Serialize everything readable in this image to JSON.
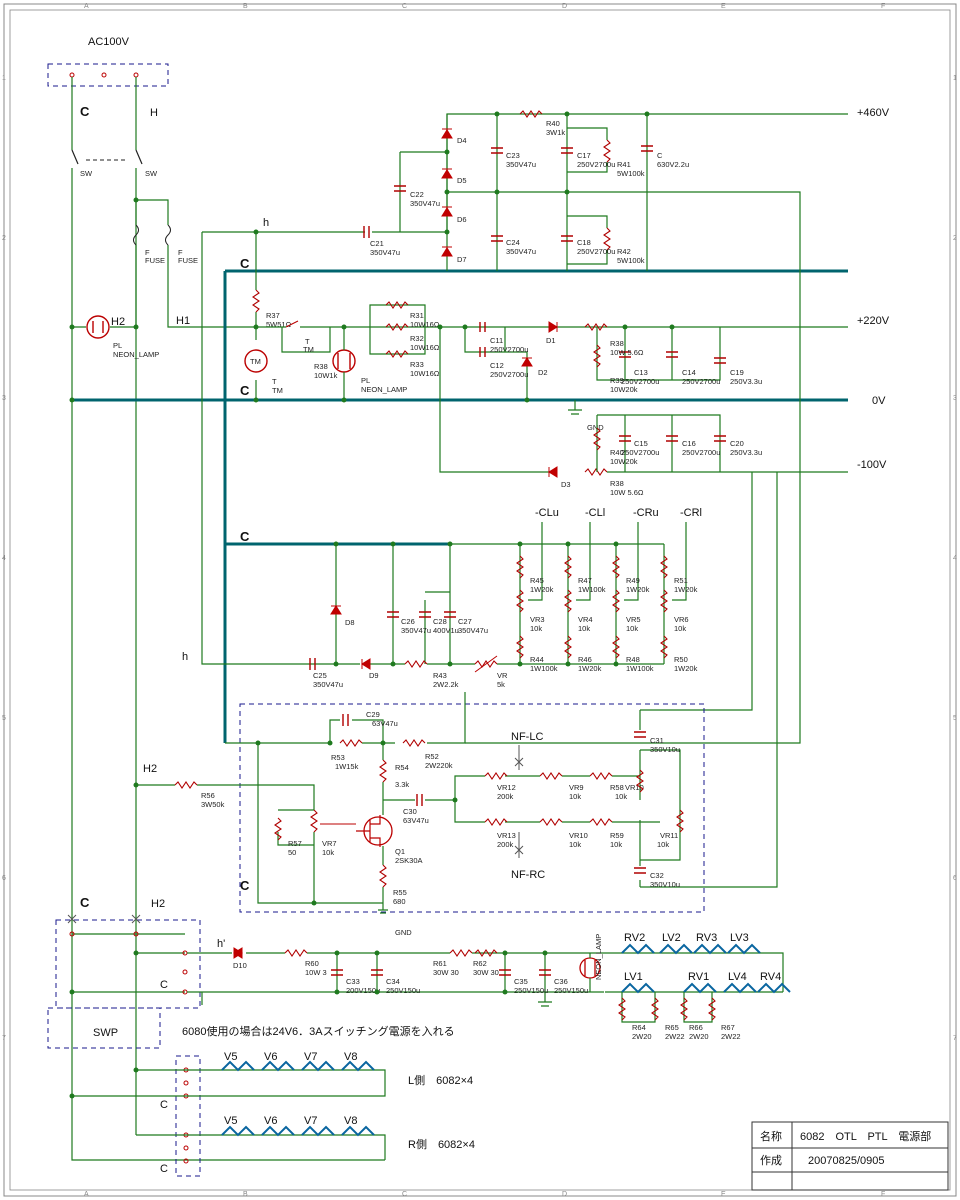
{
  "grid": {
    "cols": [
      "A",
      "B",
      "C",
      "D",
      "E",
      "F"
    ],
    "rows": [
      "1",
      "2",
      "3",
      "4",
      "5",
      "6",
      "7"
    ]
  },
  "power": {
    "ac_label": "AC100V",
    "c_label": "C",
    "h_label": "H",
    "sw_label": "SW",
    "fuse_f": "F",
    "fuse_label": "FUSE",
    "h1_label": "H1",
    "h2_label": "H2",
    "h_small": "h",
    "h_prime": "h'",
    "pl_label": "PL",
    "neon_label": "NEON_LAMP",
    "gnd_label": "GND",
    "neon_vertical": "NEON_LAMP"
  },
  "rails": {
    "v460": "+460V",
    "v220": "+220V",
    "v0": "0V",
    "vm100": "-100V"
  },
  "outputs": [
    "-CLu",
    "-CLl",
    "-CRu",
    "-CRl"
  ],
  "nf": {
    "lc": "NF-LC",
    "rc": "NF-RC"
  },
  "heaters": {
    "top": [
      "RV2",
      "LV2",
      "RV3",
      "LV3"
    ],
    "mid": [
      "LV1",
      "RV1",
      "LV4",
      "RV4"
    ],
    "rowL": [
      "V5",
      "V6",
      "V7",
      "V8"
    ],
    "rowR": [
      "V5",
      "V6",
      "V7",
      "V8"
    ],
    "l_side": "L側　6082×4",
    "r_side": "R側　6082×4"
  },
  "swp": {
    "box": "SWP",
    "note": "6080使用の場合は24V6．3Aスイッチング電源を入れる"
  },
  "titleblock": {
    "name_label": "名称",
    "name_value": "6082　OTL　PTL　電源部",
    "made_label": "作成",
    "made_value": "20070825/0905"
  },
  "parts": {
    "D4": "D4",
    "D5": "D5",
    "D6": "D6",
    "D7": "D7",
    "C22": [
      "C22",
      "350V47u"
    ],
    "C21": [
      "C21",
      "350V47u"
    ],
    "C23": [
      "C23",
      "350V47u"
    ],
    "C24": [
      "C24",
      "350V47u"
    ],
    "R40a": [
      "R40",
      "3W1k"
    ],
    "C17": [
      "C17",
      "250V2700u"
    ],
    "C18": [
      "C18",
      "250V2700u"
    ],
    "R41": [
      "R41",
      "5W100k"
    ],
    "R42": [
      "R42",
      "5W100k"
    ],
    "C": [
      "C",
      "630V2.2u"
    ],
    "R37": [
      "R37",
      "5W51Ω"
    ],
    "T": [
      "T",
      "TM"
    ],
    "TM": "TM",
    "T2": [
      "T",
      "TM"
    ],
    "R38a": [
      "R38",
      "10W1k"
    ],
    "R31": [
      "R31",
      "10W16Ω"
    ],
    "R32": [
      "R32",
      "10W16Ω"
    ],
    "R33": [
      "R33",
      "10W16Ω"
    ],
    "C11": [
      "C11",
      "250V2700u"
    ],
    "C12": [
      "C12",
      "250V2700u"
    ],
    "D1": "D1",
    "D2": "D2",
    "R38b": [
      "R38",
      "10W 5.6Ω"
    ],
    "R39": [
      "R39",
      "10W20k"
    ],
    "C13": [
      "C13",
      "250V2700u"
    ],
    "C14": [
      "C14",
      "250V2700u"
    ],
    "C19": [
      "C19",
      "250V3.3u"
    ],
    "R40b": [
      "R40",
      "10W20k"
    ],
    "C15": [
      "C15",
      "250V2700u"
    ],
    "C16": [
      "C16",
      "250V2700u"
    ],
    "C20": [
      "C20",
      "250V3.3u"
    ],
    "D3": "D3",
    "R38c": [
      "R38",
      "10W 5.6Ω"
    ],
    "D8": "D8",
    "C26": [
      "C26",
      "350V47u"
    ],
    "C28": [
      "C28",
      "400V1u"
    ],
    "C27": [
      "C27",
      "350V47u"
    ],
    "C25": [
      "C25",
      "350V47u"
    ],
    "D9": "D9",
    "R43": [
      "R43",
      "2W2.2k"
    ],
    "VR": [
      "VR",
      "5k"
    ],
    "R45": [
      "R45",
      "1W20k"
    ],
    "R47": [
      "R47",
      "1W100k"
    ],
    "R49": [
      "R49",
      "1W20k"
    ],
    "R51": [
      "R51",
      "1W20k"
    ],
    "VR3": [
      "VR3",
      "10k"
    ],
    "VR4": [
      "VR4",
      "10k"
    ],
    "VR5": [
      "VR5",
      "10k"
    ],
    "VR6": [
      "VR6",
      "10k"
    ],
    "R44": [
      "R44",
      "1W100k"
    ],
    "R46": [
      "R46",
      "1W20k"
    ],
    "R48": [
      "R48",
      "1W100k"
    ],
    "R50": [
      "R50",
      "1W20k"
    ],
    "C29": [
      "C29",
      "63V47u"
    ],
    "R53": [
      "R53",
      "1W15k"
    ],
    "R52": [
      "R52",
      "2W220k"
    ],
    "R54": [
      "R54",
      "3.3k"
    ],
    "C30": [
      "C30",
      "63V47u"
    ],
    "R56": [
      "R56",
      "3W50k"
    ],
    "R57": [
      "R57",
      "50"
    ],
    "VR7": [
      "VR7",
      "10k"
    ],
    "Q1": [
      "Q1",
      "2SK30A"
    ],
    "R55": [
      "R55",
      "680"
    ],
    "VR12": [
      "VR12",
      "200k"
    ],
    "VR9": [
      "VR9",
      "10k"
    ],
    "R58": "R58",
    "VR10a": "VR10",
    "R10": "10k",
    "VR13": [
      "VR13",
      "200k"
    ],
    "VR10b": [
      "VR10",
      "10k"
    ],
    "R59": [
      "R59",
      "10k"
    ],
    "VR11": [
      "VR11",
      "10k"
    ],
    "C31": [
      "C31",
      "350V10u"
    ],
    "C32": [
      "C32",
      "350V10u"
    ],
    "D10": "D10",
    "R60": [
      "R60",
      "10W 3"
    ],
    "C33": [
      "C33",
      "200V150u"
    ],
    "C34": [
      "C34",
      "250V150u"
    ],
    "R61": [
      "R61",
      "30W 30"
    ],
    "R62": [
      "R62",
      "30W 30"
    ],
    "C35": [
      "C35",
      "250V150u"
    ],
    "C36": [
      "C36",
      "250V150u"
    ],
    "R64": [
      "R64",
      "2W20"
    ],
    "R65": [
      "R65",
      "2W22"
    ],
    "R66": [
      "R66",
      "2W20"
    ],
    "R67": [
      "R67",
      "2W22"
    ]
  }
}
